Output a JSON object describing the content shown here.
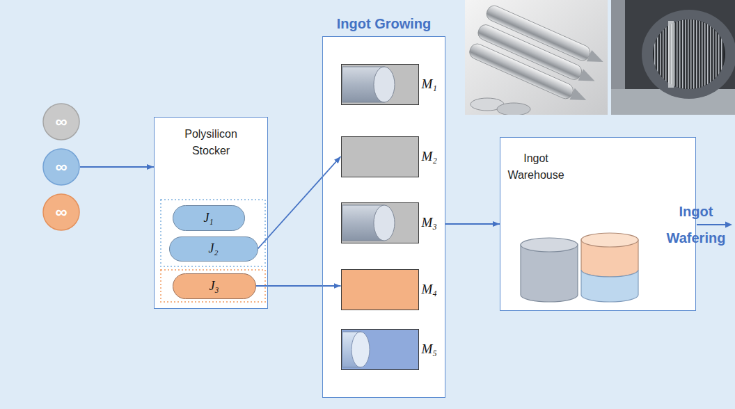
{
  "diagram": {
    "nodes": [
      {
        "text": [
          "∞"
        ]
      },
      {
        "text": [
          "∞"
        ]
      },
      {
        "text": [
          "∞"
        ]
      },
      {
        "text": [
          "Polysilicon Stocker"
        ]
      },
      {
        "text": [
          "J₁"
        ],
        "in": 3
      },
      {
        "text": [
          "J₂"
        ],
        "in": 3
      },
      {
        "text": [
          "J₃"
        ],
        "in": 3
      },
      {
        "text": [
          "Ingot Growing"
        ]
      },
      {
        "text": [
          "M₁"
        ],
        "in": 7
      },
      {
        "text": [
          "M₂"
        ],
        "in": 7
      },
      {
        "text": [
          "M₃"
        ],
        "in": 7
      },
      {
        "text": [
          "M₄"
        ],
        "in": 7
      },
      {
        "text": [
          "M₅"
        ],
        "in": 7
      },
      {
        "text": [
          "Ingot Warehouse"
        ]
      }
    ],
    "edges": [
      {
        "from": 1,
        "to": 3,
        "arrow": "to"
      },
      {
        "from": 5,
        "to": 9,
        "arrow": "to"
      },
      {
        "from": 6,
        "to": 11,
        "arrow": "to"
      },
      {
        "from": 7,
        "to": 13,
        "arrow": "to"
      }
    ],
    "labels": [
      "Ingot Wafering"
    ]
  }
}
